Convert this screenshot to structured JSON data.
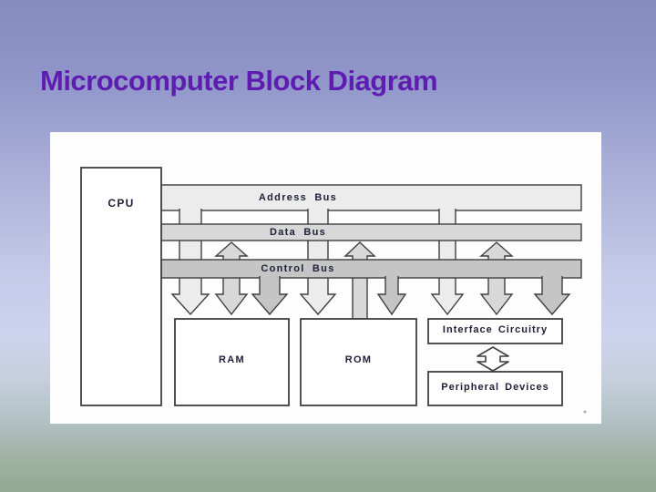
{
  "slide": {
    "title": "Microcomputer Block Diagram",
    "title_color": "#5e1db0",
    "background_top_color": "#868bc0",
    "background_middle_color": "#cdd3ee",
    "background_bottom_color": "#93a991"
  },
  "diagram": {
    "panel_color": "#fdfdfd",
    "outline_color": "#3f3f3f",
    "blocks": {
      "cpu": {
        "label": "CPU"
      },
      "ram": {
        "label": "RAM"
      },
      "rom": {
        "label": "ROM"
      },
      "interface": {
        "label": "Interface Circuitry"
      },
      "peripheral": {
        "label": "Peripheral Devices"
      }
    },
    "buses": {
      "address": {
        "label": "Address Bus",
        "color": "#ececec"
      },
      "data": {
        "label": "Data Bus",
        "color": "#d8d8d8"
      },
      "control": {
        "label": "Control Bus",
        "color": "#c5c5c5"
      }
    }
  }
}
